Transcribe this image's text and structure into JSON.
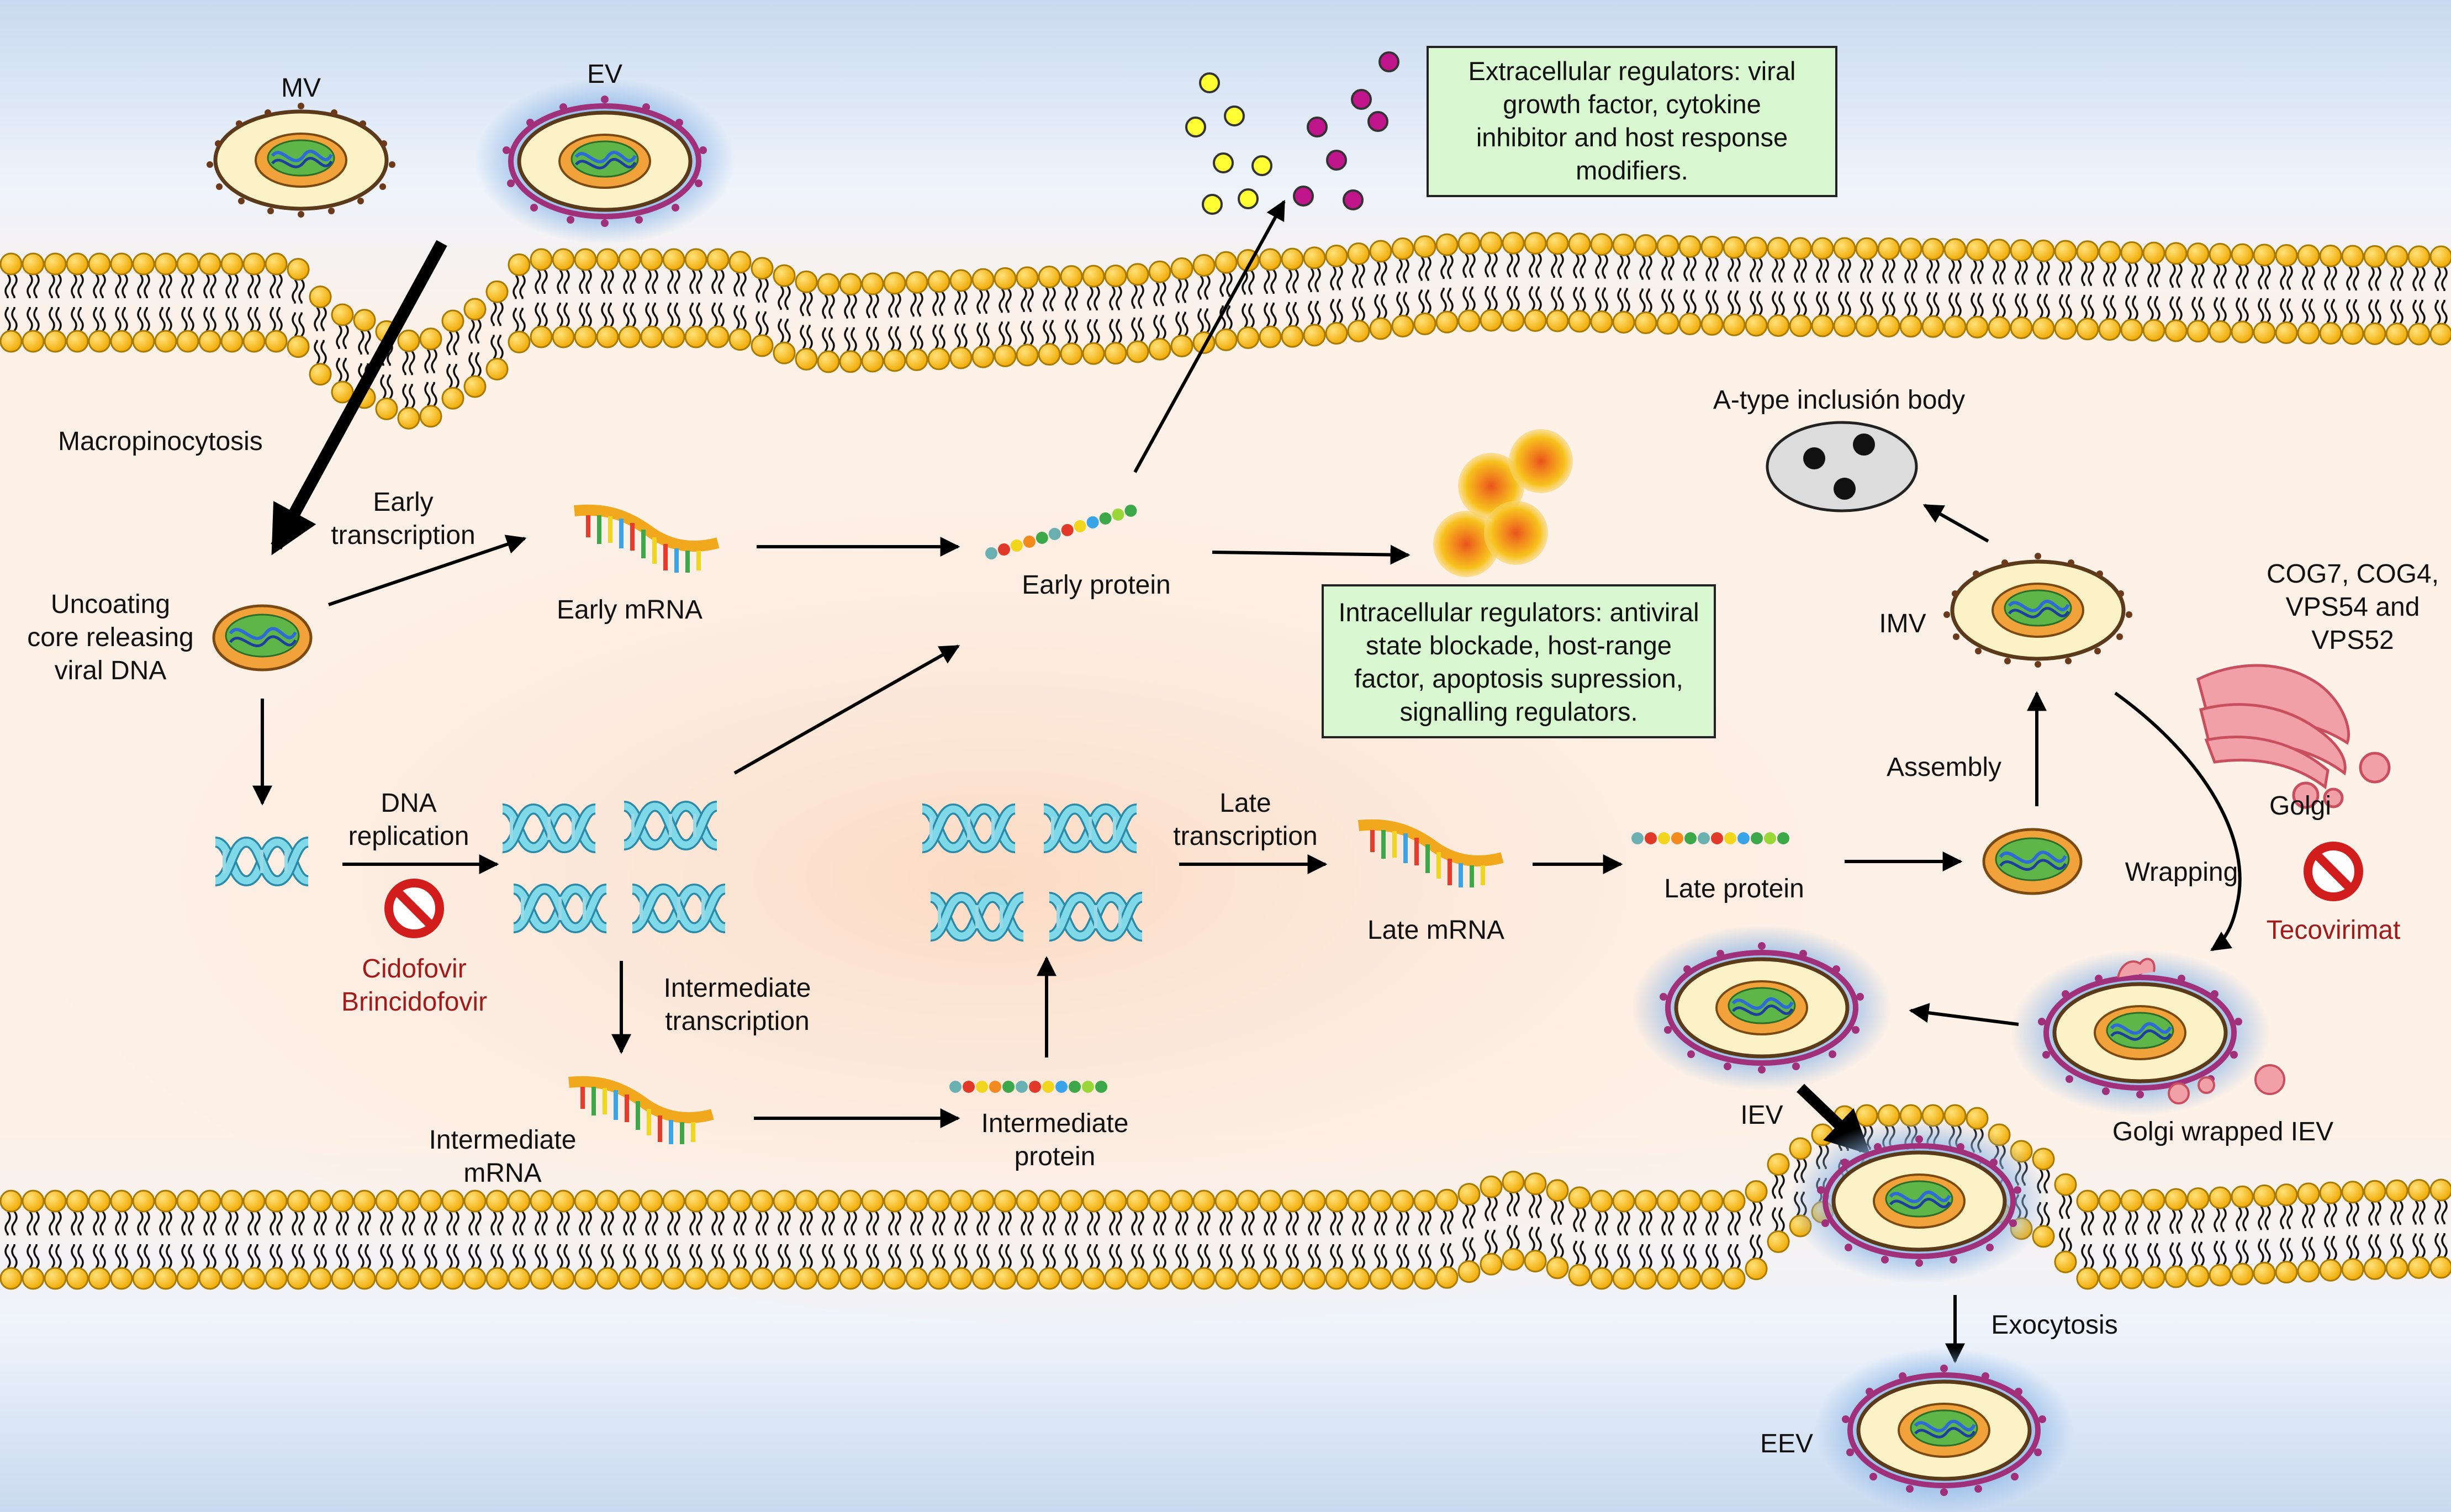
{
  "labels": {
    "mv": "MV",
    "ev": "EV",
    "macropinocytosis": "Macropinocytosis",
    "uncoating": [
      "Uncoating",
      "core releasing",
      "viral DNA"
    ],
    "early_transcription": [
      "Early",
      "transcription"
    ],
    "early_mrna": "Early mRNA",
    "early_protein": "Early protein",
    "dna_replication": [
      "DNA",
      "replication"
    ],
    "intermediate_transcription": [
      "Intermediate",
      "transcription"
    ],
    "intermediate_mrna": [
      "Intermediate",
      "mRNA"
    ],
    "intermediate_protein": [
      "Intermediate",
      "protein"
    ],
    "late_transcription": [
      "Late",
      "transcription"
    ],
    "late_mrna": "Late mRNA",
    "late_protein": "Late protein",
    "assembly": "Assembly",
    "imv": "IMV",
    "a_type": "A-type inclusión body",
    "cog": [
      "COG7, COG4,",
      "VPS54 and",
      "VPS52"
    ],
    "golgi": "Golgi",
    "wrapping": "Wrapping",
    "golgi_wrapped": "Golgi wrapped IEV",
    "iev": "IEV",
    "exocytosis": "Exocytosis",
    "eev": "EEV"
  },
  "drugs": {
    "cidofovir": [
      "Cidofovir",
      "Brincidofovir"
    ],
    "tecovirimat": "Tecovirimat"
  },
  "boxes": {
    "extracellular": [
      "Extracellular regulators: viral",
      "growth factor, cytokine",
      "inhibitor and host response",
      "modifiers."
    ],
    "intracellular": [
      "Intracellular regulators: antiviral",
      "state blockade, host-range",
      "factor, apoptosis supression,",
      "signalling regulators."
    ]
  },
  "colors": {
    "lipid_head": "#f4b400",
    "lipid_outline": "#a87a00",
    "box_fill": "#d9f7d0",
    "drug_text": "#a01c1c",
    "dna": "#5bc8dc",
    "yellow_particle": "#ffff33",
    "magenta_particle": "#c0158a"
  }
}
